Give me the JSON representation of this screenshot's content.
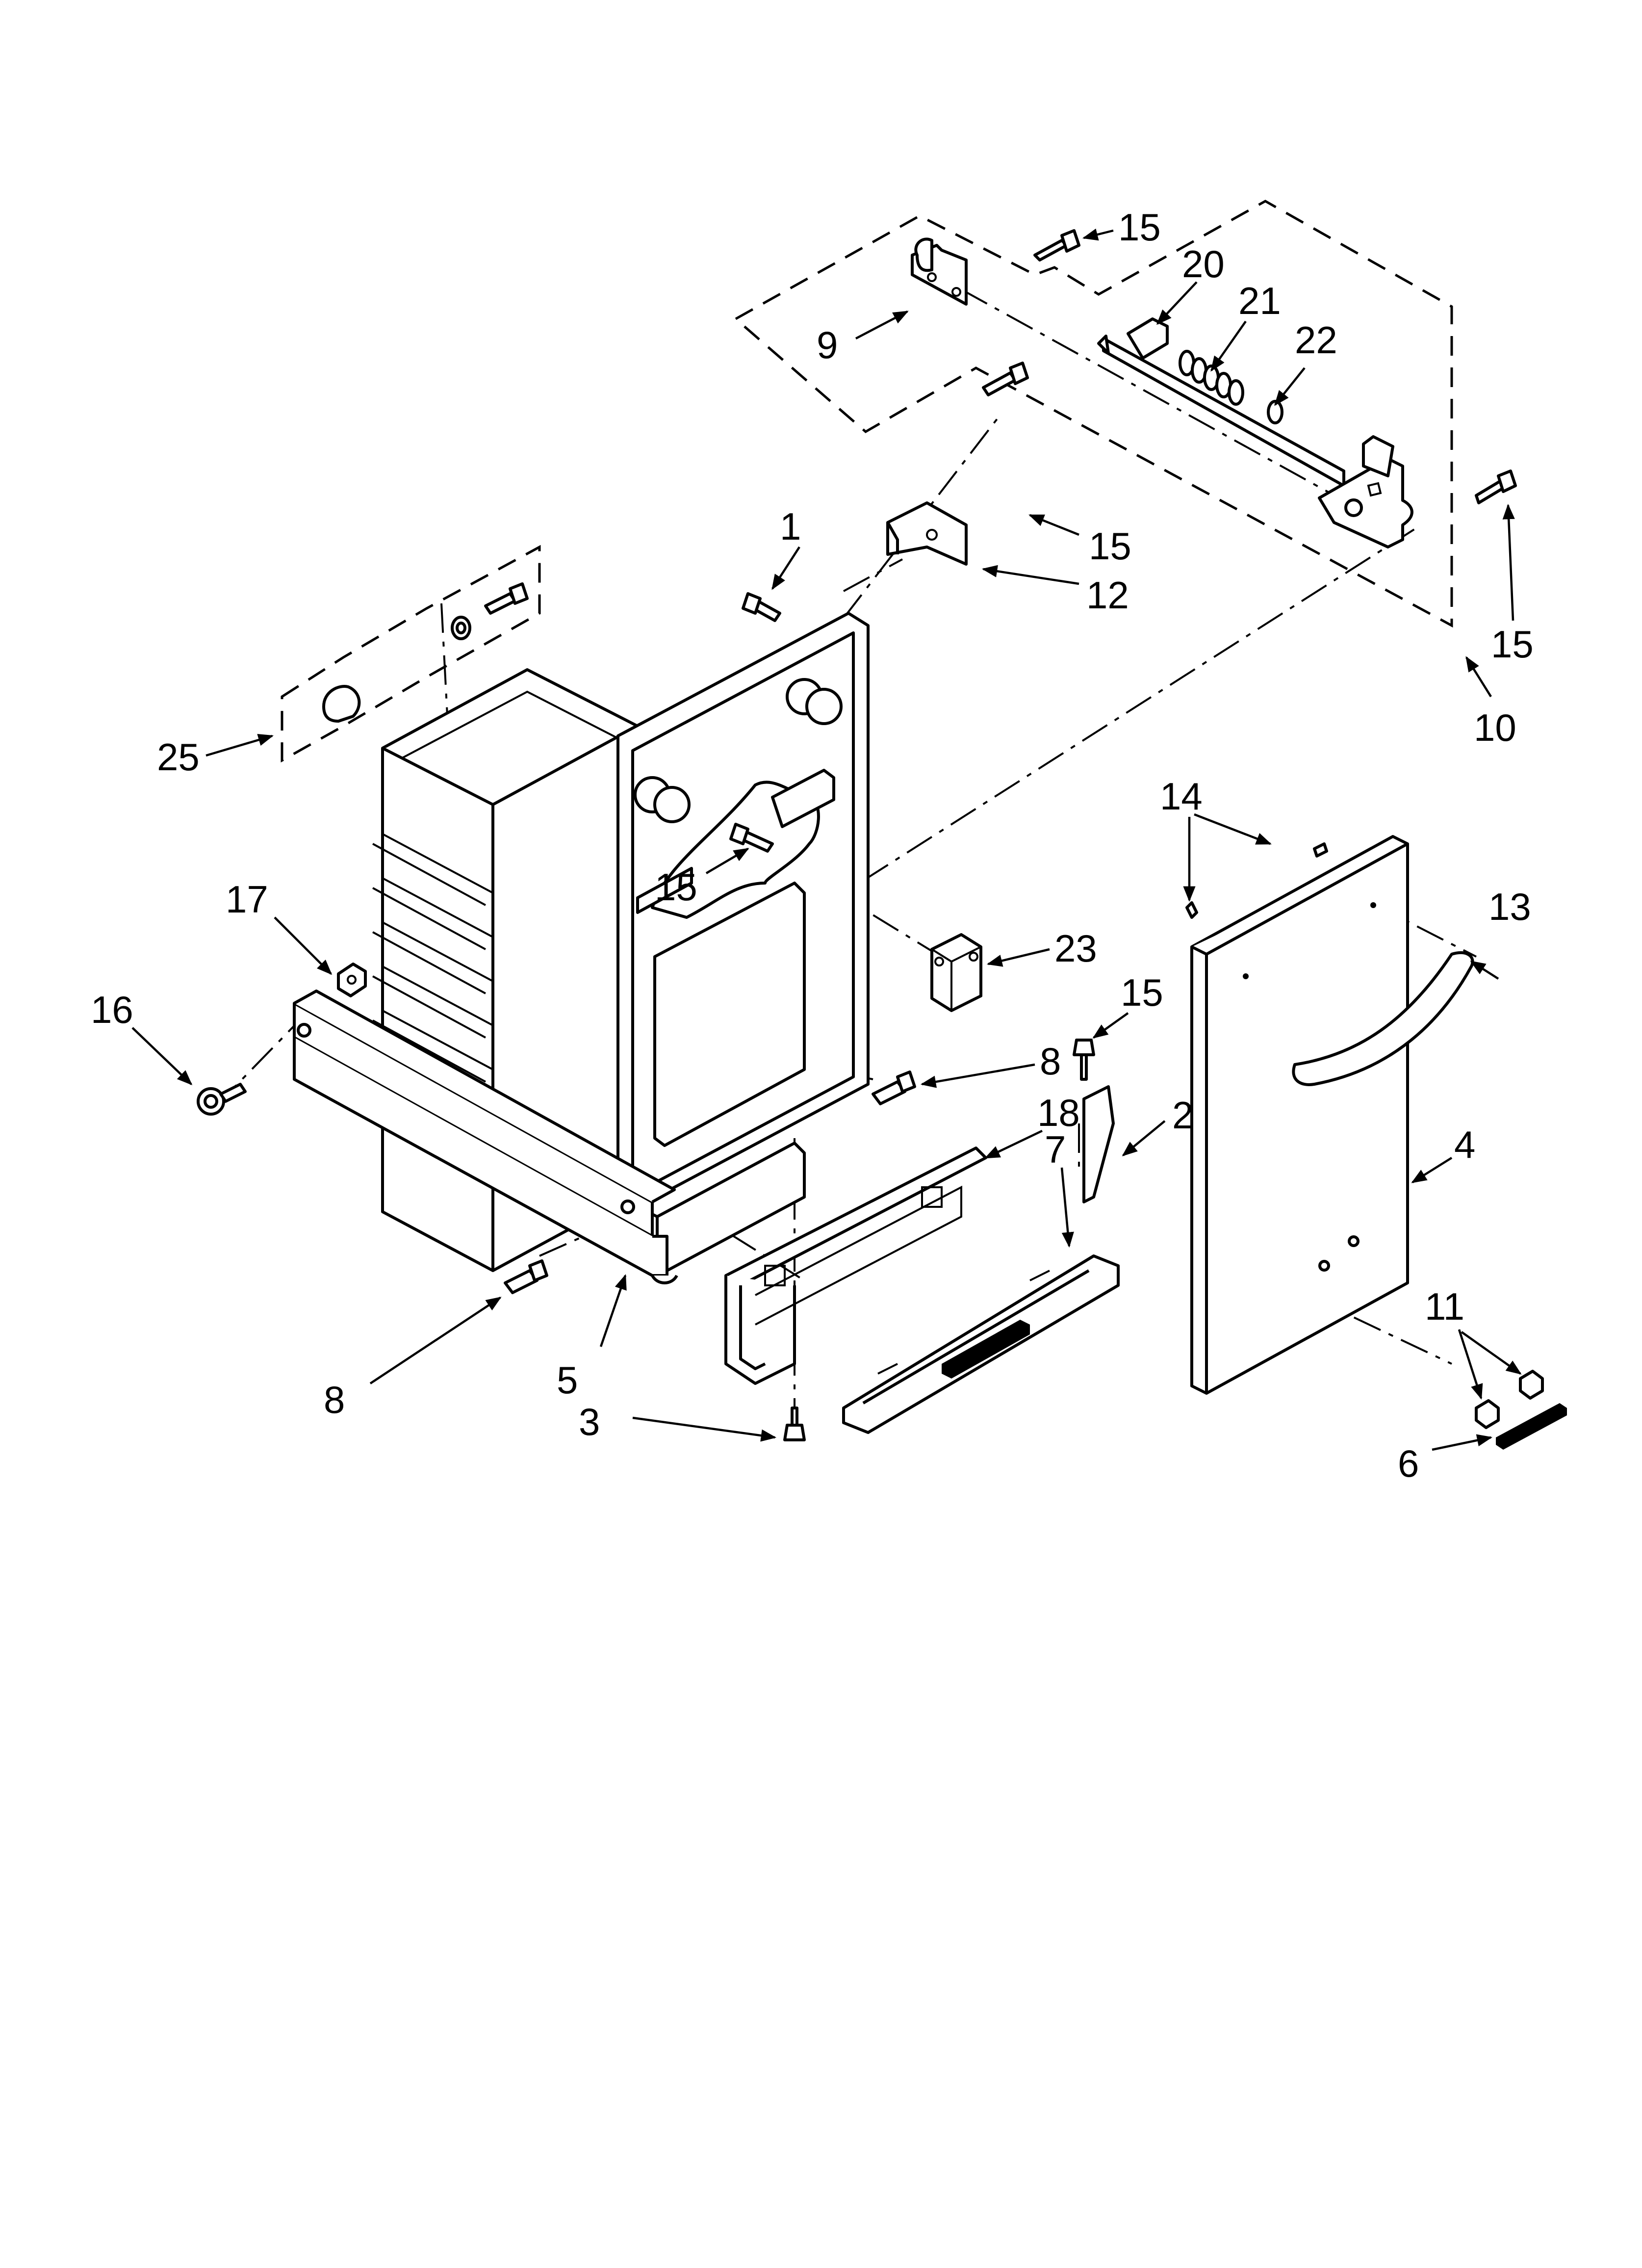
{
  "callouts": {
    "c1": "1",
    "c2": "2",
    "c3": "3",
    "c4": "4",
    "c5": "5",
    "c6": "6",
    "c7": "7",
    "c8a": "8",
    "c8b": "8",
    "c9": "9",
    "c10": "10",
    "c11": "11",
    "c12": "12",
    "c13": "13",
    "c14": "14",
    "c15a": "15",
    "c15b": "15",
    "c15c": "15",
    "c15d": "15",
    "c15e": "15",
    "c16": "16",
    "c17": "17",
    "c18": "18",
    "c20": "20",
    "c21": "21",
    "c22": "22",
    "c23": "23",
    "c25": "25"
  }
}
